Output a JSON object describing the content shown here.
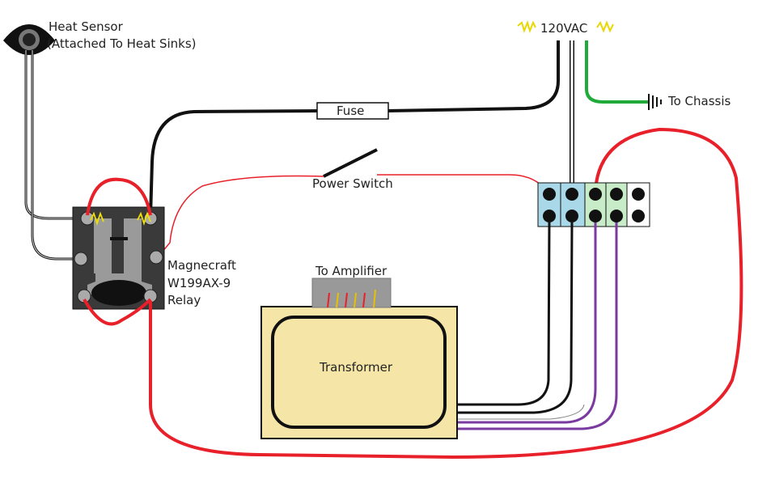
{
  "labels": {
    "heat_sensor_title": "Heat Sensor",
    "heat_sensor_note": "(Attached To Heat Sinks)",
    "mains": "120VAC",
    "chassis": "To Chassis",
    "fuse": "Fuse",
    "power_switch": "Power Switch",
    "relay_brand": "Magnecraft",
    "relay_model": "W199AX-9",
    "relay_type": "Relay",
    "amplifier": "To Amplifier",
    "transformer": "Transformer"
  },
  "colors": {
    "live": "#000000",
    "neutral": "#ffffff",
    "ground": "#1faa3a",
    "switched": "#e8202a",
    "secondary": "#7a3aa0",
    "transformer_fill": "#f5e6a8",
    "terminal_block_blue": "#a9d8e8",
    "terminal_block_green": "#c8ecc8",
    "relay_body": "#3a3a3a",
    "heater_glow": "#f0e000"
  }
}
